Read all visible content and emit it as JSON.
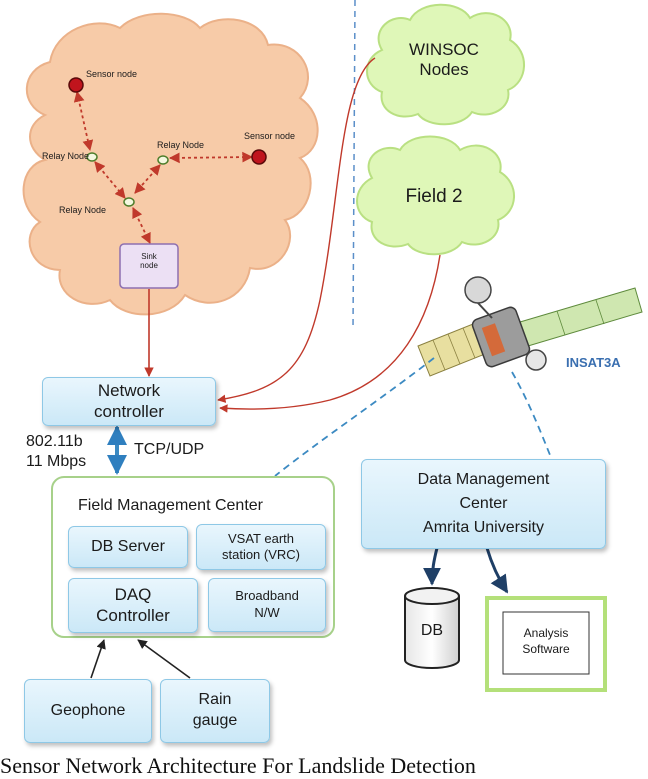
{
  "colors": {
    "cloud_peach": "#f7cba8",
    "cloud_green": "#dff7b8",
    "box_blue": "#cbe8f7",
    "arrow_red": "#c0392b",
    "arrow_blue": "#3c8ac2",
    "node_red": "#c0141d"
  },
  "field_cloud": {
    "sensor_node_1": "Sensor node",
    "sensor_node_2": "Sensor node",
    "relay_node_1": "Relay Node",
    "relay_node_2": "Relay Node",
    "relay_node_3": "Relay Node",
    "sink_node": "Sink\nnode"
  },
  "winsoc_nodes": "WINSOC\nNodes",
  "field2": "Field 2",
  "satellite": "INSAT3A",
  "network_controller": "Network\ncontroller",
  "link_left": "802.11b\n11 Mbps",
  "link_right": "TCP/UDP",
  "fmc": {
    "title": "Field Management Center",
    "db_server": "DB Server",
    "vsat": "VSAT earth\nstation (VRC)",
    "daq": "DAQ\nController",
    "broadband": "Broadband\nN/W"
  },
  "dmc": "Data Management\nCenter\nAmrita University",
  "db": "DB",
  "analysis": "Analysis\nSoftware",
  "geophone": "Geophone",
  "rain_gauge": "Rain\ngauge",
  "caption": "Sensor Network Architecture For Landslide Detection"
}
